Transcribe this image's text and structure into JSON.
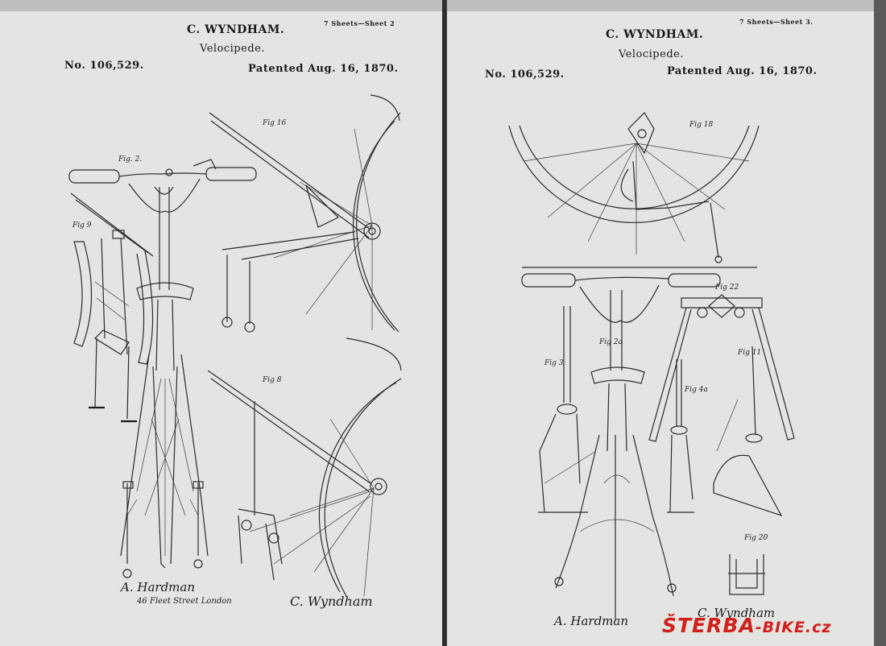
{
  "left_sheet": {
    "sheet_label": "7 Sheets—Sheet 2",
    "inventor": "C. WYNDHAM.",
    "title": "Velocipede.",
    "patent_number": "No. 106,529.",
    "patent_date": "Patented Aug. 16, 1870.",
    "figures": [
      "Fig. 2.",
      "Fig 9",
      "Fig 16",
      "Fig 8"
    ],
    "inventor_signature": "C. Wyndham",
    "witness_signature": "A. Hardman",
    "witness_address": "46 Fleet Street London"
  },
  "right_sheet": {
    "sheet_label": "7 Sheets—Sheet 3.",
    "inventor": "C. WYNDHAM.",
    "title": "Velocipede.",
    "patent_number": "No. 106,529.",
    "patent_date": "Patented Aug. 16, 1870.",
    "figures": [
      "Fig 18",
      "Fig 2a",
      "Fig 22",
      "Fig 3",
      "Fig 11",
      "Fig 4a",
      "Fig 20"
    ],
    "inventor_signature": "C. Wyndham",
    "witness_signature": "A. Hardman"
  },
  "watermark": {
    "brand": "ŠTERBA",
    "suffix": "-BIKE.cz",
    "brand_color": "#d1201c"
  },
  "colors": {
    "paper": "#e4e4e2",
    "ink": "#1a1a1a",
    "background": "#3a3a3a"
  }
}
